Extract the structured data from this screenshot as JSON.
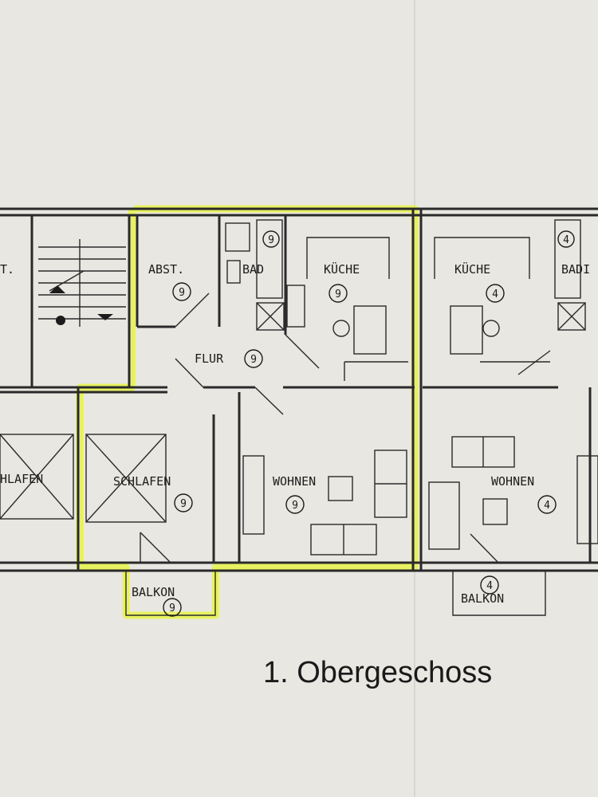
{
  "title": "1. Obergeschoss",
  "apartment_numbers": {
    "highlighted": "9",
    "right": "4"
  },
  "rooms": {
    "stair_left_partial": {
      "label": "T."
    },
    "abstell": {
      "label": "ABST.",
      "number": "9"
    },
    "bad": {
      "label": "BAD",
      "number": "9"
    },
    "kueche": {
      "label": "KÜCHE",
      "number": "9"
    },
    "flur": {
      "label": "FLUR",
      "number": "9"
    },
    "schlafen_left_partial": {
      "label": "HLAFEN"
    },
    "schlafen": {
      "label": "SCHLAFEN",
      "number": "9"
    },
    "wohnen": {
      "label": "WOHNEN",
      "number": "9"
    },
    "balkon": {
      "label": "BALKON",
      "number": "9"
    },
    "kueche_right": {
      "label": "KÜCHE",
      "number": "4"
    },
    "bad_right": {
      "label": "BADI",
      "number": "4"
    },
    "wohnen_right": {
      "label": "WOHNEN",
      "number": "4"
    },
    "balkon_right": {
      "label": "BALKON",
      "number": "4"
    }
  },
  "colors": {
    "paper": "#e9e7e1",
    "highlight": "#e6f24a",
    "ink": "#2a2a2a"
  }
}
